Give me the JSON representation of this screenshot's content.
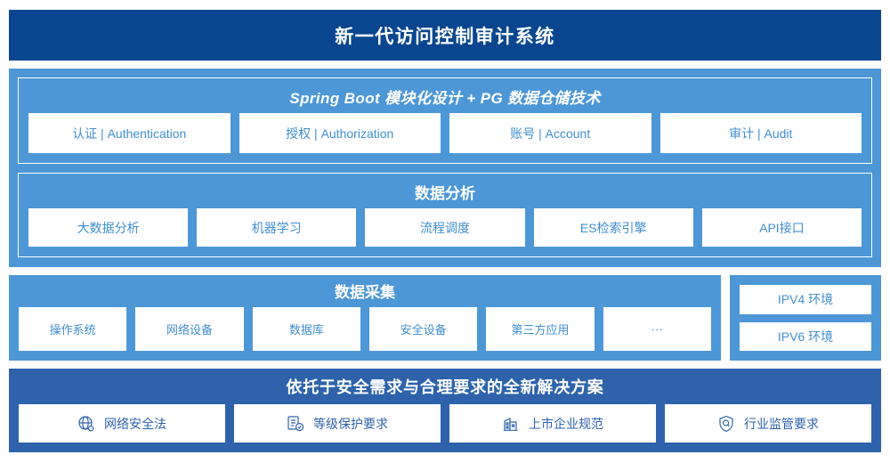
{
  "header": {
    "title": "新一代访问控制审计系统",
    "bg_color": "#0a468f"
  },
  "colors": {
    "panel_light": "#4d97d6",
    "panel_dark": "#2e63ab",
    "chip_text_light": "#3f8fd0",
    "chip_text_dark": "#2e63ab",
    "chip_bg": "#ffffff"
  },
  "platform": {
    "title": "Spring Boot 模块化设计 + PG 数据仓储技术",
    "items": [
      {
        "label": "认证 | Authentication"
      },
      {
        "label": "授权 | Authorization"
      },
      {
        "label": "账号 | Account"
      },
      {
        "label": "审计 | Audit"
      }
    ]
  },
  "analysis": {
    "title": "数据分析",
    "items": [
      {
        "label": "大数据分析"
      },
      {
        "label": "机器学习"
      },
      {
        "label": "流程调度"
      },
      {
        "label": "ES检索引擎"
      },
      {
        "label": "API接口"
      }
    ]
  },
  "collection": {
    "title": "数据采集",
    "items": [
      {
        "label": "操作系统"
      },
      {
        "label": "网络设备"
      },
      {
        "label": "数据库"
      },
      {
        "label": "安全设备"
      },
      {
        "label": "第三方应用"
      },
      {
        "label": "···"
      }
    ]
  },
  "environment": {
    "items": [
      {
        "label": "IPV4 环境"
      },
      {
        "label": "IPV6 环境"
      }
    ]
  },
  "compliance": {
    "title": "依托于安全需求与合理要求的全新解决方案",
    "items": [
      {
        "label": "网络安全法",
        "icon": "globe-network-icon"
      },
      {
        "label": "等级保护要求",
        "icon": "document-check-icon"
      },
      {
        "label": "上市企业规范",
        "icon": "bank-building-icon"
      },
      {
        "label": "行业监管要求",
        "icon": "shield-search-icon"
      }
    ]
  }
}
